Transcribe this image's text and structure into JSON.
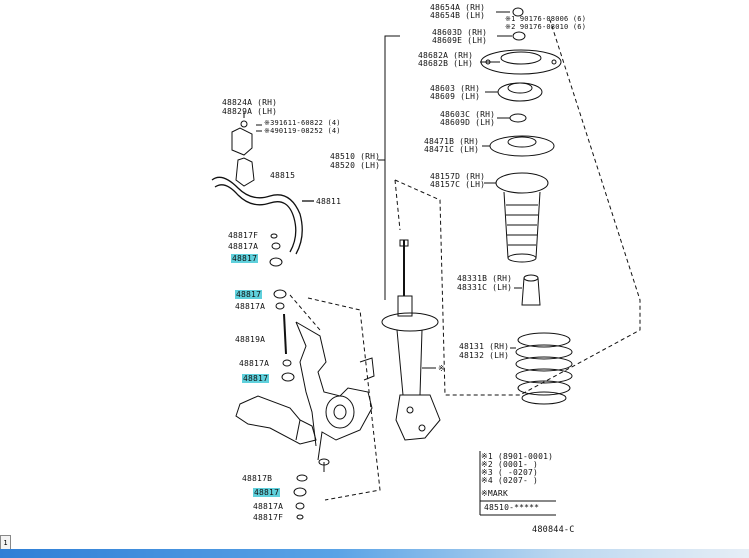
{
  "labels": {
    "l48654A": "48654A (RH)",
    "l48654B": "48654B (LH)",
    "lSup1": "※1 90176-08006 (6)",
    "lSup2": "※2 90176-08010 (6)",
    "l48603D": "48603D (RH)",
    "l48609E": "48609E (LH)",
    "l48682A": "48682A (RH)",
    "l48682B": "48682B (LH)",
    "l48603": "48603 (RH)",
    "l48609": "48609 (LH)",
    "l48603C": "48603C (RH)",
    "l48609D": "48609D (LH)",
    "l48471B": "48471B (RH)",
    "l48471C": "48471C (LH)",
    "l48157D": "48157D (RH)",
    "l48157C": "48157C (LH)",
    "l48510": "48510 (RH)",
    "l48520": "48520 (LH)",
    "l48824A": "48824A (RH)",
    "l48829A": "48829A (LH)",
    "lBolt1": "※391611-60822 (4)",
    "lBolt2": "※490119-08252 (4)",
    "l48815": "48815",
    "l48811": "48811",
    "l48817F_a": "48817F",
    "l48817A_a": "48817A",
    "l48817_a": "48817",
    "l48817_b": "48817",
    "l48817A_b": "48817A",
    "l48819A": "48819A",
    "l48817A_c": "48817A",
    "l48817_c": "48817",
    "l48331B": "48331B (RH)",
    "l48331C": "48331C (LH)",
    "l48131": "48131 (RH)",
    "l48132": "48132 (LH)",
    "lAst": "※",
    "l48817B": "48817B",
    "l48817_d": "48817",
    "l48817A_d": "48817A",
    "l48817F_d": "48817F",
    "note1": "※1 (8901-0001)",
    "note2": "※2 (0001-  )",
    "note3": "※3 (     -0207)",
    "note4": "※4 (0207-  )",
    "noteMark": "※MARK",
    "noteCode": "48510-*****",
    "refNo": "480844-C",
    "marker": "1"
  }
}
